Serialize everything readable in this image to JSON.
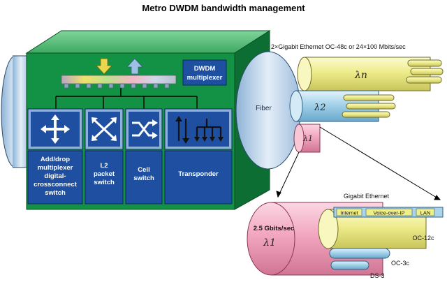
{
  "title": "Metro DWDM bandwidth management",
  "colors": {
    "chassis_front": "#139245",
    "chassis_top": "#5cc07a",
    "chassis_side": "#0c6e33",
    "module_blue": "#1f4fa0",
    "module_light": "#8fb0d8",
    "fiber_cap": "#bcd2ea",
    "lambda_yellow": "#f3f19a",
    "lambda_blue": "#a9d4ea",
    "lambda_pink": "#f2a8c0"
  },
  "chassis": {
    "mux_label_1": "DWDM",
    "mux_label_2": "multiplexer",
    "modules": [
      {
        "icon": "four-way-arrows-icon",
        "label_lines": [
          "Add/drop",
          "multiplexer",
          "digital-",
          "crossconnect",
          "switch"
        ]
      },
      {
        "icon": "l2-switch-arrows-icon",
        "label_lines": [
          "L2",
          "packet",
          "switch"
        ]
      },
      {
        "icon": "cell-switch-arrows-icon",
        "label_lines": [
          "Cell",
          "switch"
        ]
      },
      {
        "icon": "transponder-arrows-icon",
        "label_lines": [
          "Transponder"
        ]
      }
    ]
  },
  "fiber": {
    "label": "Fiber",
    "top_label": "2×Gigabit Ethernet OC-48c or 24×100 Mbits/sec",
    "lambdas": [
      "λn",
      "λ2",
      "λ1"
    ]
  },
  "detail": {
    "top_label": "Gigabit Ethernet",
    "lambda_rate": "2.5 Gbits/sec",
    "lambda_name": "λ1",
    "services": [
      "Internet",
      "Voice-over-IP",
      "LAN"
    ],
    "channels": [
      "OC-12c",
      "OC-3c",
      "DS-3"
    ]
  }
}
